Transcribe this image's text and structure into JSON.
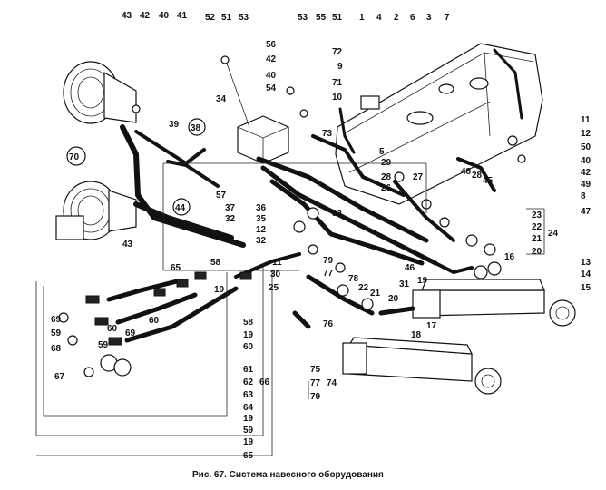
{
  "caption": "Рис. 67. Система навесного оборудования",
  "callouts": [
    {
      "id": "c43a",
      "text": "43"
    },
    {
      "id": "c42a",
      "text": "42"
    },
    {
      "id": "c40a",
      "text": "40"
    },
    {
      "id": "c41a",
      "text": "41"
    },
    {
      "id": "c52",
      "text": "52"
    },
    {
      "id": "c51a",
      "text": "51"
    },
    {
      "id": "c53a",
      "text": "53"
    },
    {
      "id": "c53b",
      "text": "53"
    },
    {
      "id": "c55",
      "text": "55"
    },
    {
      "id": "c51b",
      "text": "51"
    },
    {
      "id": "c1",
      "text": "1"
    },
    {
      "id": "c4",
      "text": "4"
    },
    {
      "id": "c2",
      "text": "2"
    },
    {
      "id": "c6",
      "text": "6"
    },
    {
      "id": "c3",
      "text": "3"
    },
    {
      "id": "c7",
      "text": "7"
    },
    {
      "id": "c56",
      "text": "56"
    },
    {
      "id": "c42b",
      "text": "42"
    },
    {
      "id": "c40b",
      "text": "40"
    },
    {
      "id": "c54",
      "text": "54"
    },
    {
      "id": "c72",
      "text": "72"
    },
    {
      "id": "c9",
      "text": "9"
    },
    {
      "id": "c71",
      "text": "71"
    },
    {
      "id": "c10",
      "text": "10"
    },
    {
      "id": "c34",
      "text": "34"
    },
    {
      "id": "c39",
      "text": "39"
    },
    {
      "id": "c38",
      "text": "38"
    },
    {
      "id": "c73",
      "text": "73"
    },
    {
      "id": "c5",
      "text": "5"
    },
    {
      "id": "c70",
      "text": "70"
    },
    {
      "id": "c29",
      "text": "29"
    },
    {
      "id": "c27",
      "text": "27"
    },
    {
      "id": "c28a",
      "text": "28"
    },
    {
      "id": "c26",
      "text": "26"
    },
    {
      "id": "c48",
      "text": "48"
    },
    {
      "id": "c28b",
      "text": "28"
    },
    {
      "id": "c45",
      "text": "45"
    },
    {
      "id": "c11a",
      "text": "11"
    },
    {
      "id": "c12a",
      "text": "12"
    },
    {
      "id": "c50",
      "text": "50"
    },
    {
      "id": "c40c",
      "text": "40"
    },
    {
      "id": "c42c",
      "text": "42"
    },
    {
      "id": "c49",
      "text": "49"
    },
    {
      "id": "c8",
      "text": "8"
    },
    {
      "id": "c47",
      "text": "47"
    },
    {
      "id": "c44",
      "text": "44"
    },
    {
      "id": "c57",
      "text": "57"
    },
    {
      "id": "c37",
      "text": "37"
    },
    {
      "id": "c32a",
      "text": "32"
    },
    {
      "id": "c36",
      "text": "36"
    },
    {
      "id": "c35",
      "text": "35"
    },
    {
      "id": "c12b",
      "text": "12"
    },
    {
      "id": "c32b",
      "text": "32"
    },
    {
      "id": "c33",
      "text": "33"
    },
    {
      "id": "c23",
      "text": "23"
    },
    {
      "id": "c22a",
      "text": "22"
    },
    {
      "id": "c21a",
      "text": "21"
    },
    {
      "id": "c20a",
      "text": "20"
    },
    {
      "id": "c24",
      "text": "24"
    },
    {
      "id": "c16",
      "text": "16"
    },
    {
      "id": "c43b",
      "text": "43"
    },
    {
      "id": "c65a",
      "text": "65"
    },
    {
      "id": "c58a",
      "text": "58"
    },
    {
      "id": "c11b",
      "text": "11"
    },
    {
      "id": "c30",
      "text": "30"
    },
    {
      "id": "c79a",
      "text": "79"
    },
    {
      "id": "c46",
      "text": "46"
    },
    {
      "id": "c19a",
      "text": "19"
    },
    {
      "id": "c13",
      "text": "13"
    },
    {
      "id": "c14",
      "text": "14"
    },
    {
      "id": "c15",
      "text": "15"
    },
    {
      "id": "c25",
      "text": "25"
    },
    {
      "id": "c77a",
      "text": "77"
    },
    {
      "id": "c78",
      "text": "78"
    },
    {
      "id": "c31",
      "text": "31"
    },
    {
      "id": "c22b",
      "text": "22"
    },
    {
      "id": "c21b",
      "text": "21"
    },
    {
      "id": "c20b",
      "text": "20"
    },
    {
      "id": "c19b",
      "text": "19"
    },
    {
      "id": "c58b",
      "text": "58"
    },
    {
      "id": "c60a",
      "text": "60"
    },
    {
      "id": "c17",
      "text": "17"
    },
    {
      "id": "c76",
      "text": "76"
    },
    {
      "id": "c18",
      "text": "18"
    },
    {
      "id": "c69a",
      "text": "69"
    },
    {
      "id": "c59a",
      "text": "59"
    },
    {
      "id": "c68",
      "text": "68"
    },
    {
      "id": "c60b",
      "text": "60"
    },
    {
      "id": "c69b",
      "text": "69"
    },
    {
      "id": "c59b",
      "text": "59"
    },
    {
      "id": "c67",
      "text": "67"
    },
    {
      "id": "c19c",
      "text": "19"
    },
    {
      "id": "c60c",
      "text": "60"
    },
    {
      "id": "c61",
      "text": "61"
    },
    {
      "id": "c62",
      "text": "62"
    },
    {
      "id": "c66",
      "text": "66"
    },
    {
      "id": "c63",
      "text": "63"
    },
    {
      "id": "c64",
      "text": "64"
    },
    {
      "id": "c19d",
      "text": "19"
    },
    {
      "id": "c59c",
      "text": "59"
    },
    {
      "id": "c19e",
      "text": "19"
    },
    {
      "id": "c65b",
      "text": "65"
    },
    {
      "id": "c75",
      "text": "75"
    },
    {
      "id": "c77b",
      "text": "77"
    },
    {
      "id": "c74",
      "text": "74"
    },
    {
      "id": "c79b",
      "text": "79"
    }
  ]
}
